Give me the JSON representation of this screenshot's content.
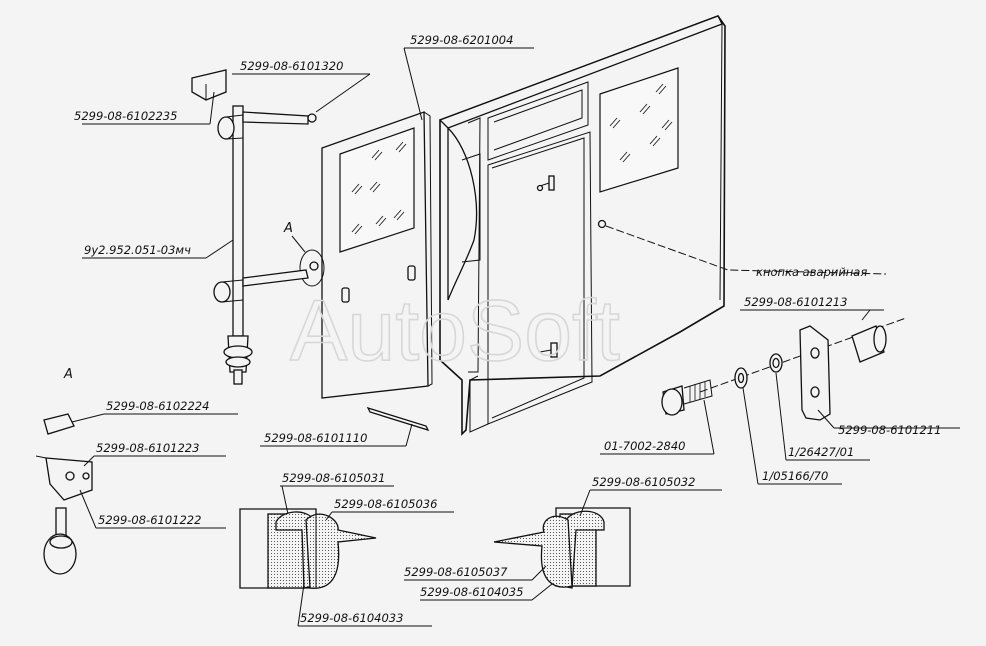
{
  "watermark": "AutoSoft",
  "view_marker_door": "A",
  "view_marker_detail": "A",
  "labels": {
    "panel": "5299-08-6201004",
    "plate_top": "5299-08-6101320",
    "bracket_top": "5299-08-6102235",
    "strut": "9у2.952.051-03мч",
    "emergency_button": "кнопка аварийная",
    "bushing": "5299-08-6101213",
    "hinge_plate": "5299-08-6101211",
    "washer_a": "1/26427/01",
    "washer_b": "1/05166/70",
    "bolt": "01-7002-2840",
    "rod": "5299-08-6101110",
    "detail_plate": "5299-08-6102224",
    "detail_bracket": "5299-08-6101223",
    "detail_mount": "5299-08-6101222",
    "seal_left_top": "5299-08-6105031",
    "seal_left_mid": "5299-08-6105036",
    "seal_left_bottom": "5299-08-6104033",
    "seal_right_top": "5299-08-6105032",
    "seal_right_mid": "5299-08-6105037",
    "seal_right_bottom": "5299-08-6104035"
  }
}
